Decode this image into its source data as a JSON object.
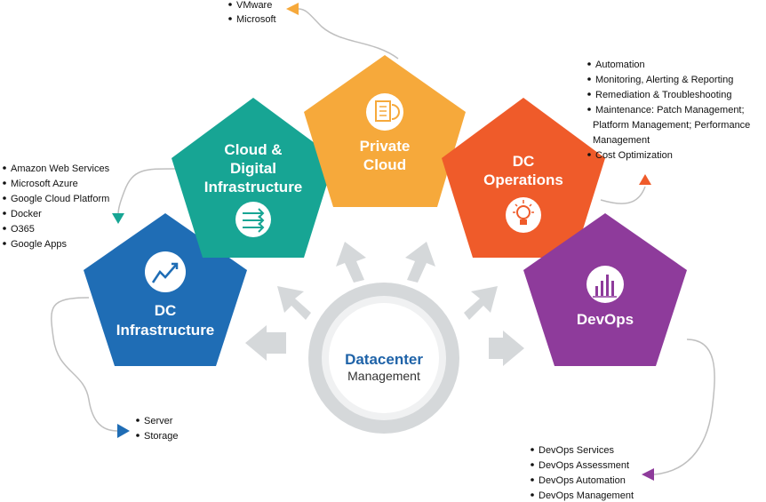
{
  "hub": {
    "title": "Datacenter",
    "subtitle": "Management"
  },
  "nodes": {
    "dc_infrastructure": {
      "line1": "DC",
      "line2": "Infrastructure",
      "color": "#1f6db5",
      "icon": "trend-chart-icon",
      "items": [
        "Server",
        "Storage"
      ]
    },
    "cloud_digital": {
      "line1": "Cloud &",
      "line2": "Digital",
      "line3": "Infrastructure",
      "color": "#17a594",
      "icon": "transfer-arrows-icon",
      "items": [
        "Amazon Web Services",
        "Microsoft Azure",
        "Google Cloud Platform",
        "Docker",
        "O365",
        "Google Apps"
      ]
    },
    "private_cloud": {
      "line1": "Private",
      "line2": "Cloud",
      "color": "#f6a93b",
      "icon": "document-cloud-icon",
      "items": [
        "VMware",
        "Microsoft"
      ]
    },
    "dc_operations": {
      "line1": "DC",
      "line2": "Operations",
      "color": "#ef5b2a",
      "icon": "lightbulb-icon",
      "items": [
        "Automation",
        "Monitoring, Alerting & Reporting",
        "Remediation & Troubleshooting",
        "Maintenance: Patch Management;",
        "Platform Management; Performance",
        "Management",
        "Cost Optimization"
      ]
    },
    "devops": {
      "line1": "DevOps",
      "color": "#8e3b9b",
      "icon": "bar-chart-icon",
      "items": [
        "DevOps Services",
        "DevOps Assessment",
        "DevOps Automation",
        "DevOps Management"
      ]
    }
  }
}
